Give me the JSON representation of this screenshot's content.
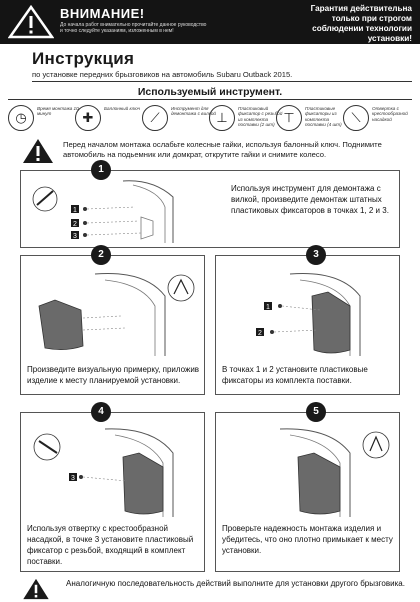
{
  "header": {
    "warning_title": "ВНИМАНИЕ!",
    "warning_text": "До начала работ внимательно прочитайте данное руководство и точно следуйте указаниям, изложенным в нем!",
    "guarantee": "Гарантия действительна только при строгом соблюдении технологии установки!"
  },
  "title": "Инструкция",
  "subtitle": "по установке передних брызговиков на автомобиль Subaru Outback 2015.",
  "tools": {
    "heading": "Используемый инструмент.",
    "items": [
      {
        "icon": "clock-icon",
        "glyph": "◷",
        "label": "Время монтажа 10 минут"
      },
      {
        "icon": "wrench-icon",
        "glyph": "✚",
        "label": "Баллонный ключ"
      },
      {
        "icon": "pry-tool-icon",
        "glyph": "⟋",
        "label": "Инструмент для демонтажа с вилкой"
      },
      {
        "icon": "fastener-icon",
        "glyph": "⊥",
        "label": "Пластиковый фиксатор с резьбой из комплекта поставки (2 шт)"
      },
      {
        "icon": "clip-icon",
        "glyph": "⊤",
        "label": "Пластиковые фиксаторы из комплекта поставки (4 шт)"
      },
      {
        "icon": "screwdriver-icon",
        "glyph": "⟍",
        "label": "Отвертка с крестообразной насадкой"
      }
    ]
  },
  "note": "Перед началом монтажа ослабьте колесные гайки, используя балонный ключ. Поднимите автомобиль на подьемник или домкрат, открутите гайки и снимите колесо.",
  "steps": [
    {
      "num": "1",
      "text": "Используя инструмент для демонтажа с вилкой, произведите демонтаж штатных пластиковых фиксаторов в точках 1, 2 и 3."
    },
    {
      "num": "2",
      "text": "Произведите визуальную примерку, приложив изделие к месту планируемой установки."
    },
    {
      "num": "3",
      "text": "В точках 1 и 2 установите пластиковые фиксаторы из комплекта поставки."
    },
    {
      "num": "4",
      "text": "Используя отвертку с крестообразной насадкой, в точке 3 установите пластиковый фиксатор с резьбой, входящий в комплект поставки."
    },
    {
      "num": "5",
      "text": "Проверьте надежность монтажа изделия и убедитесь, что оно плотно примыкает к месту установки."
    }
  ],
  "footer": "Аналогичную последовательность действий выполните для установки другого брызговика."
}
